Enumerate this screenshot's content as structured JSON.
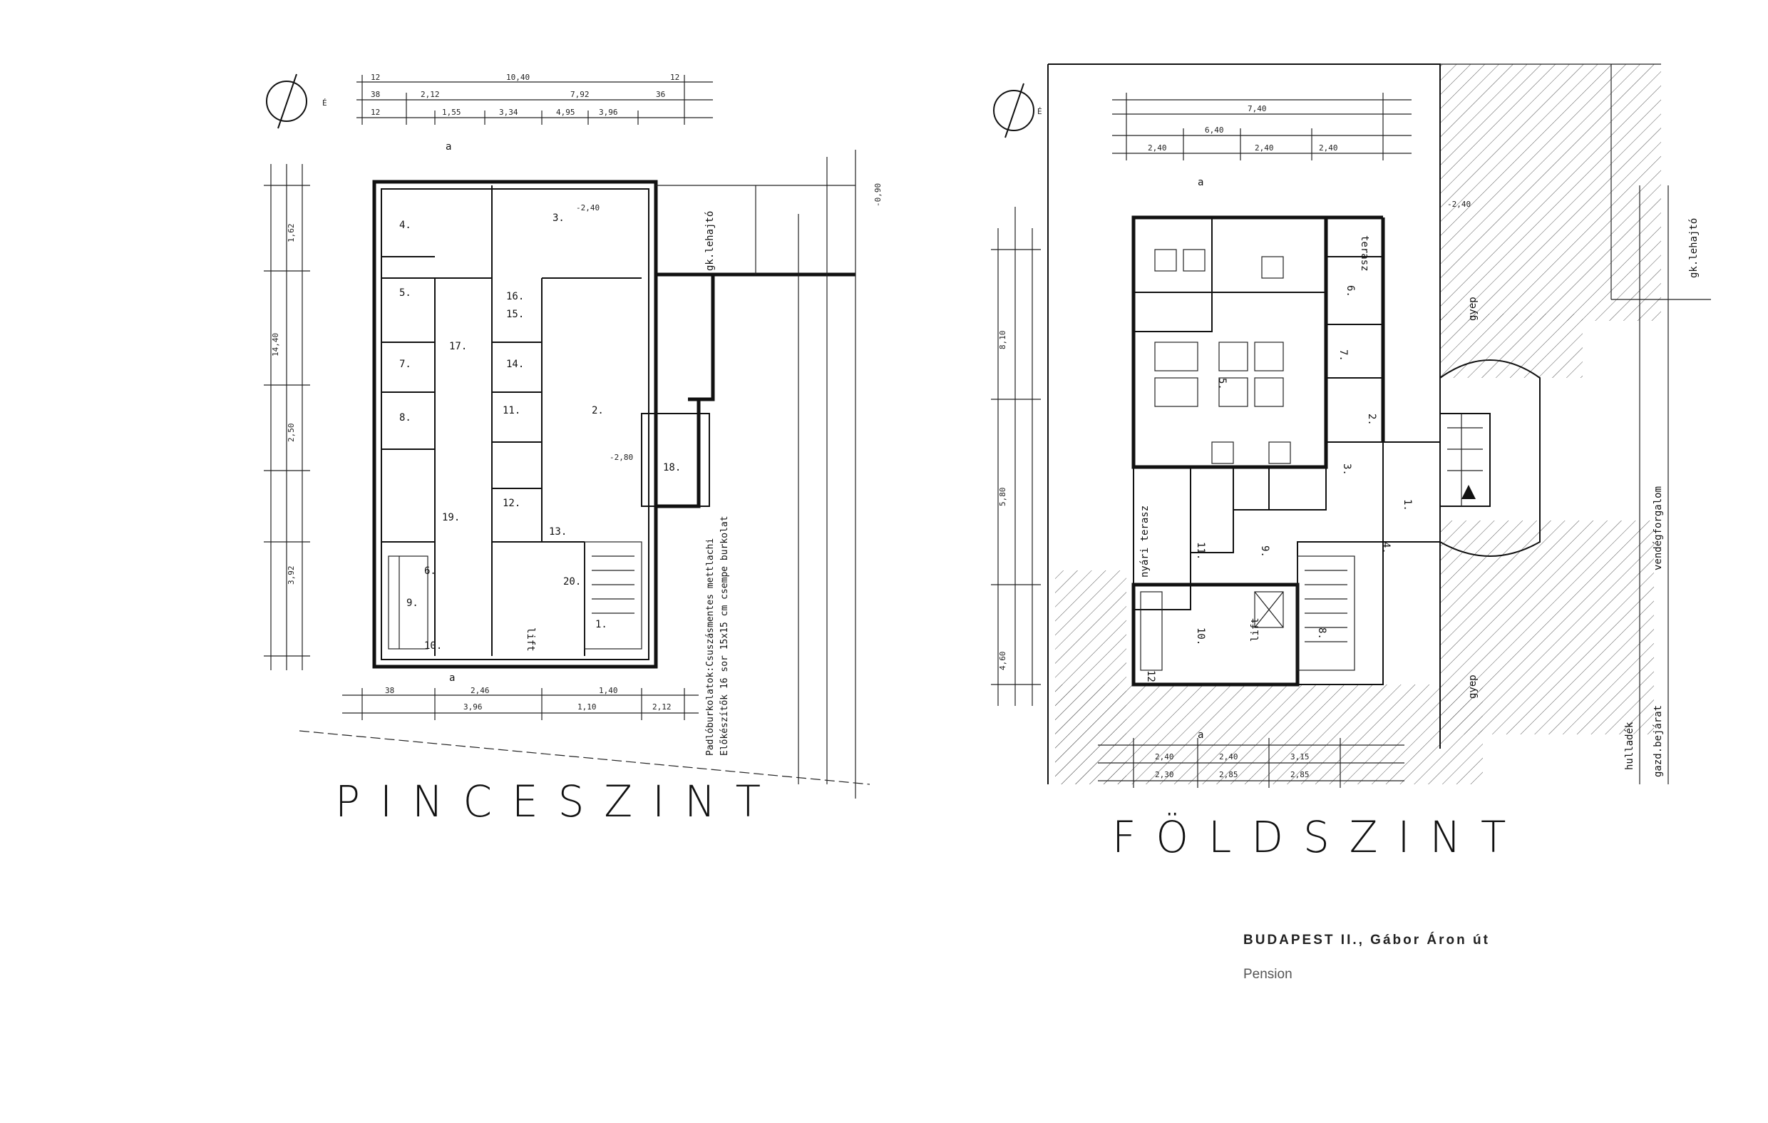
{
  "titles": {
    "basement": "PINCESZINT",
    "ground": "FÖLDSZINT"
  },
  "caption": {
    "title": "BUDAPEST II., Gábor Áron út",
    "subtitle": "Pension"
  },
  "basement_plan": {
    "section_marker": "a",
    "level_marks": [
      "-0,90",
      "-2,40",
      "-2,80"
    ],
    "rooms": [
      "1.",
      "2.",
      "3.",
      "4.",
      "5.",
      "6.",
      "7.",
      "8.",
      "9.",
      "10.",
      "11.",
      "12.",
      "13.",
      "14.",
      "15.",
      "16.",
      "17.",
      "18.",
      "19.",
      "20."
    ],
    "labels": [
      "gk.lehajtó",
      "lift"
    ],
    "note_line1": "Padlóburkolatok:Csuszásmentes mettlachi",
    "note_line2": "Előkészítők 16 sor 15x15 cm csempe burkolat"
  },
  "ground_plan": {
    "section_marker": "a",
    "level_marks": [
      "-2,40"
    ],
    "rooms": [
      "1.",
      "2.",
      "3.",
      "4.",
      "5.",
      "6.",
      "7.",
      "8.",
      "9.",
      "10.",
      "11.",
      "12."
    ],
    "labels": [
      "terasz",
      "nyári terasz",
      "lift",
      "gyep",
      "gyep",
      "vendégforgalom",
      "gazd.bejárat",
      "hulladék",
      "gk.lehajtó"
    ]
  }
}
